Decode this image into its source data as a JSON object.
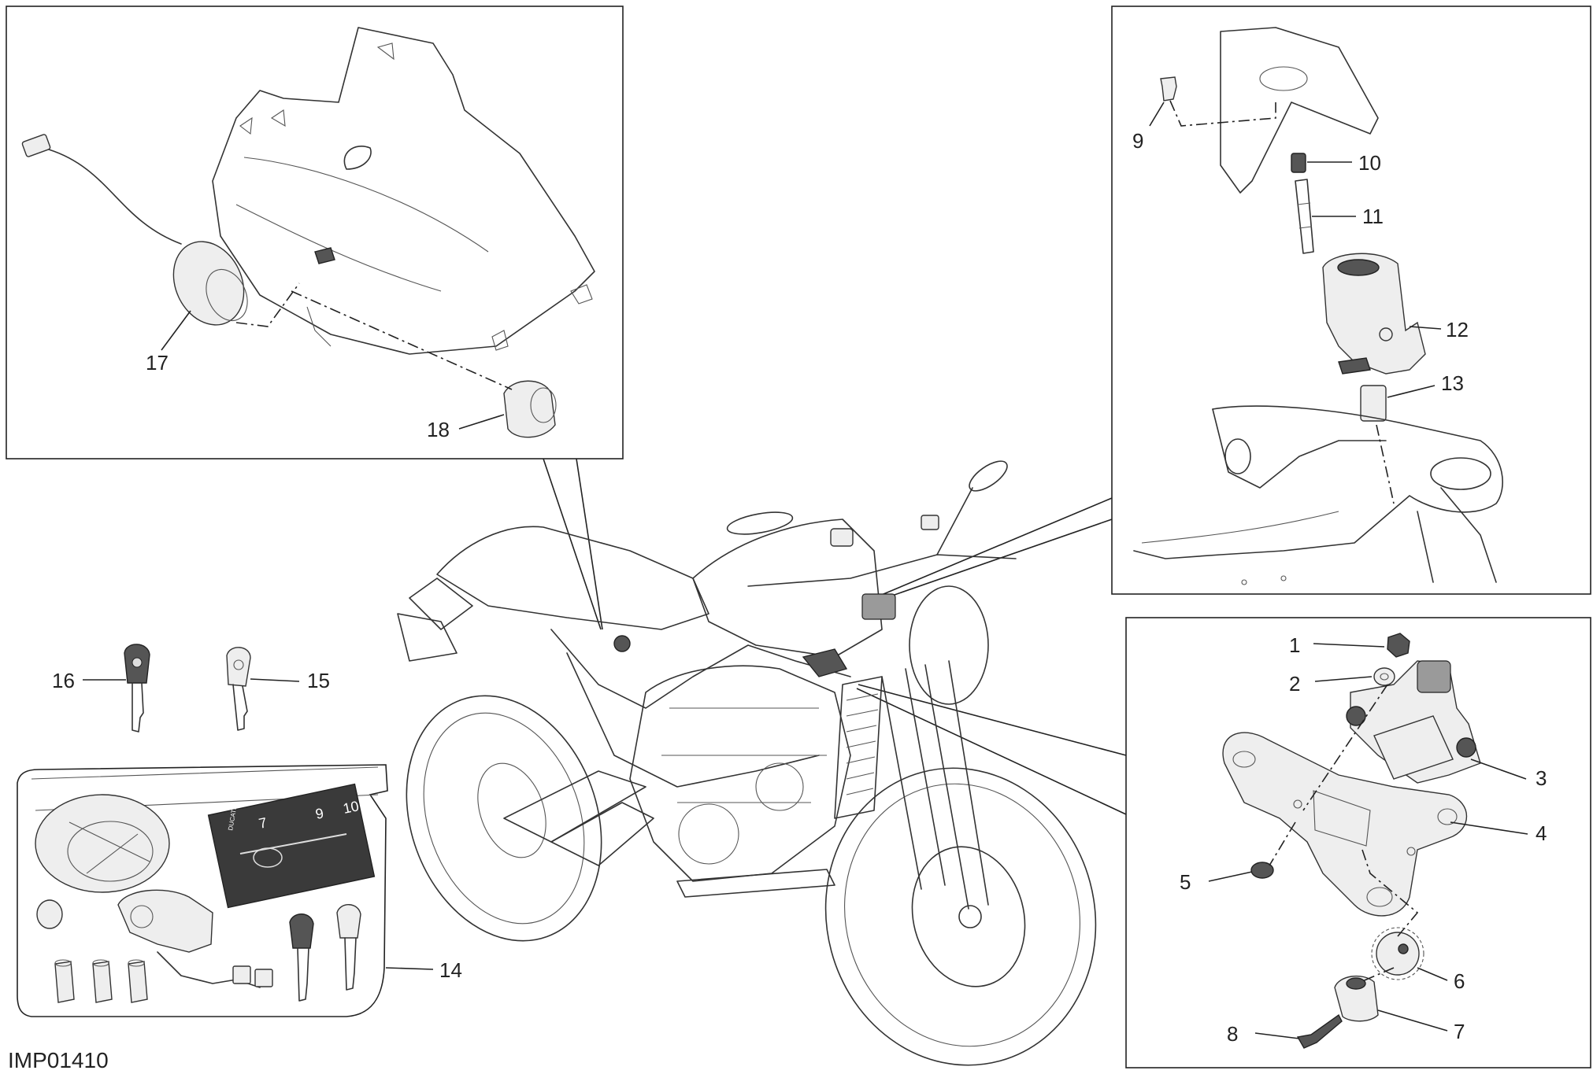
{
  "diagram_code": "IMP01410",
  "callouts": {
    "c1": "1",
    "c2": "2",
    "c3": "3",
    "c4": "4",
    "c5": "5",
    "c6": "6",
    "c7": "7",
    "c8": "8",
    "c9": "9",
    "c10": "10",
    "c11": "11",
    "c12": "12",
    "c13": "13",
    "c14": "14",
    "c15": "15",
    "c16": "16",
    "c17": "17",
    "c18": "18"
  },
  "code_card": {
    "brand": "DUCATI",
    "title": "Code card",
    "digits": [
      "7",
      "9",
      "10"
    ]
  }
}
